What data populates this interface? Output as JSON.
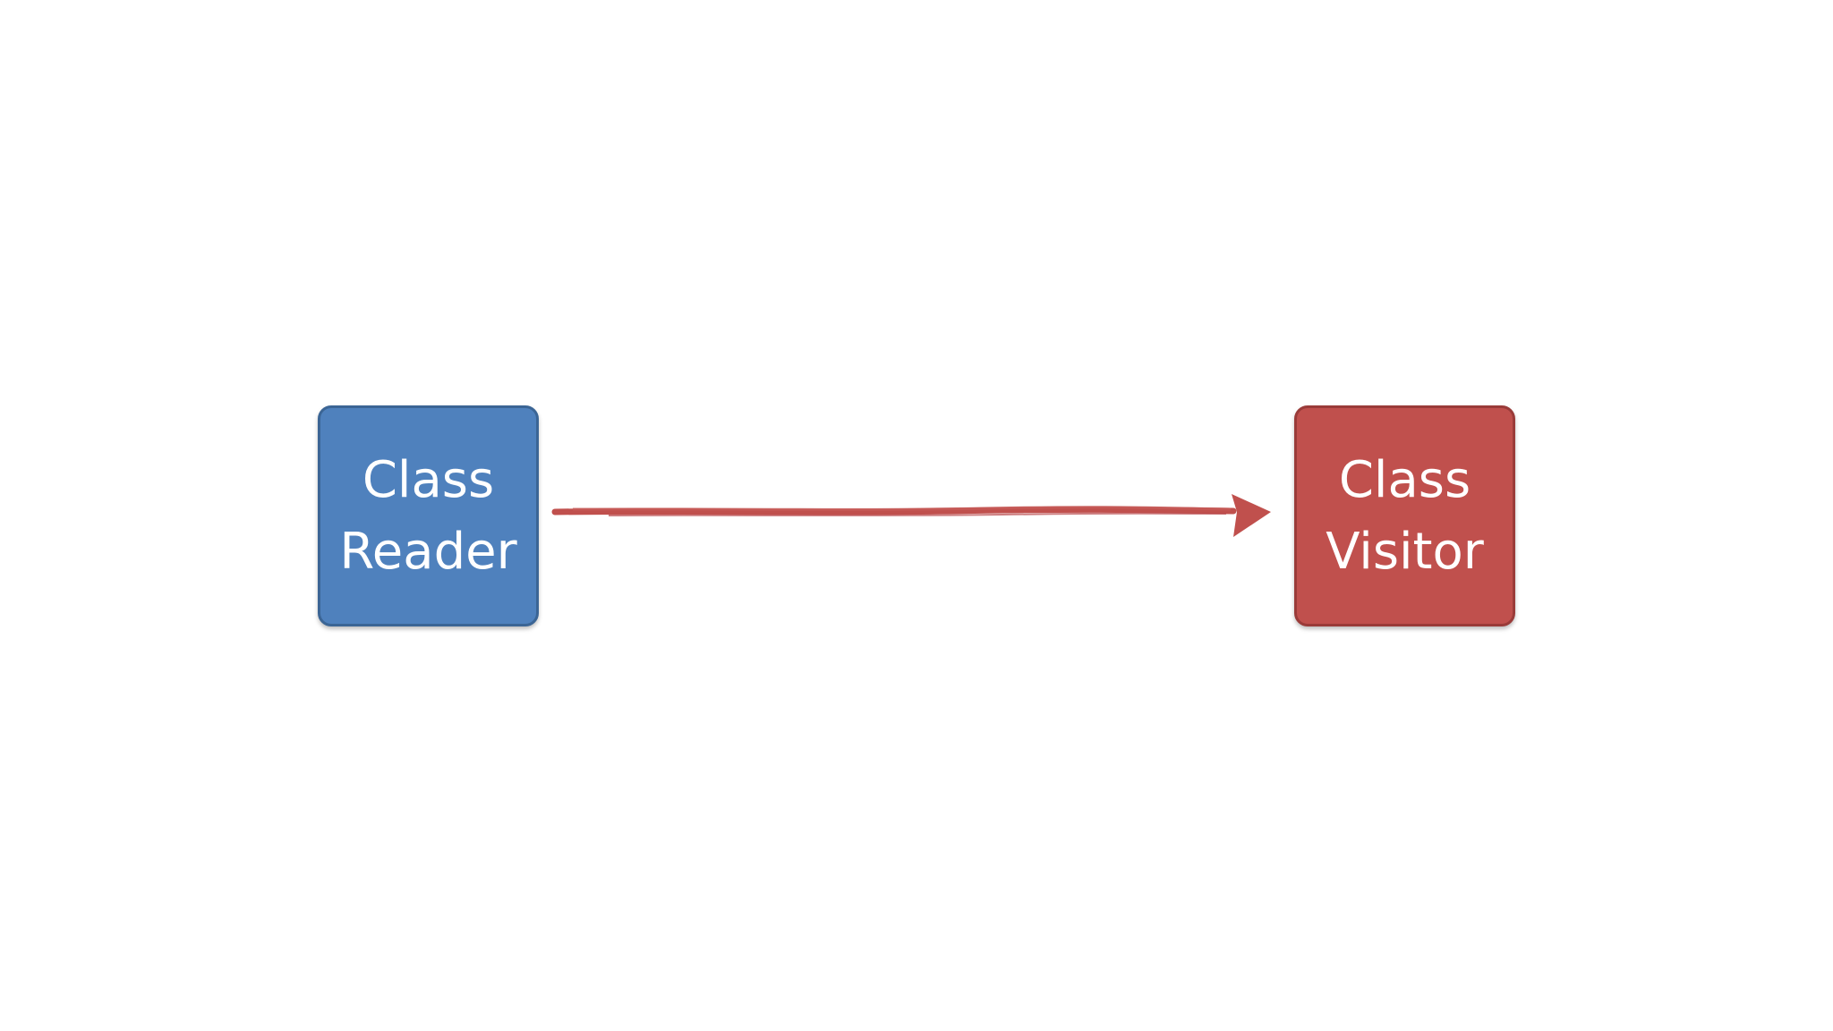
{
  "diagram": {
    "nodes": [
      {
        "id": "reader",
        "lines": [
          "Class",
          "Reader"
        ],
        "fill": "#4f81bd"
      },
      {
        "id": "visitor",
        "lines": [
          "Class",
          "Visitor"
        ],
        "fill": "#c0504d"
      }
    ],
    "edges": [
      {
        "from": "reader",
        "to": "visitor",
        "color": "#c0504d",
        "style": "hand-drawn-arrow"
      }
    ]
  }
}
